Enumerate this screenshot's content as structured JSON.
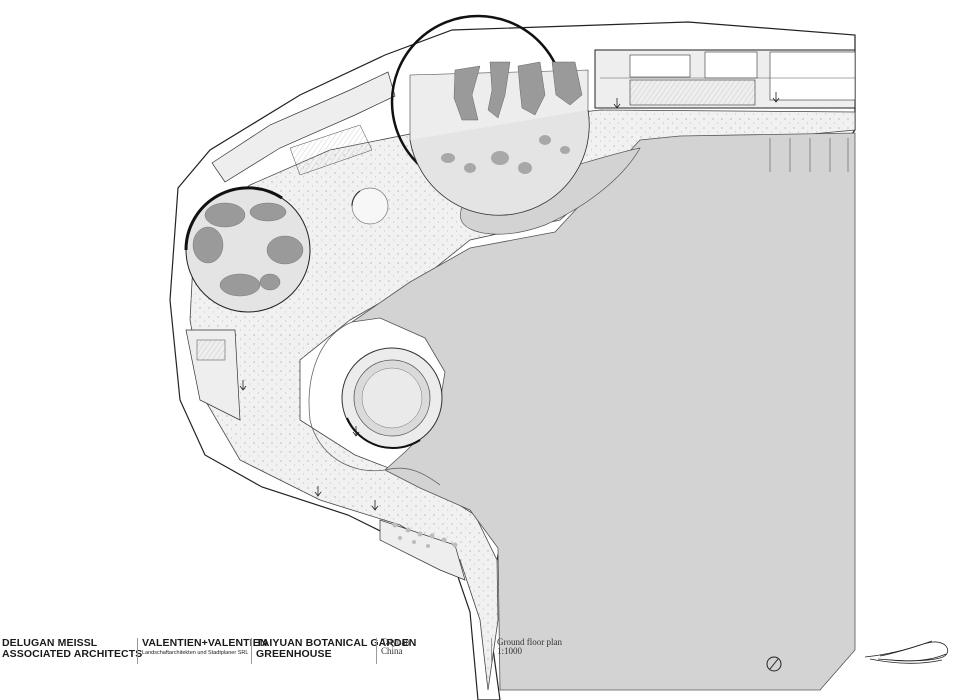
{
  "title_block": {
    "firm_1_line_1": "DELUGAN MEISSL",
    "firm_1_line_2": "ASSOCIATED ARCHITECTS",
    "firm_2_name": "VALENTIEN+VALENTIEN",
    "firm_2_sub": "Landschaftarchitekten und Stadtplaner SRL",
    "project_line_1": "TAIYUAN BOTANICAL GARDEN",
    "project_line_2": "GREENHOUSE",
    "location_line_1": "Taiyuan",
    "location_line_2": "China",
    "drawing_title": "Ground floor plan",
    "drawing_scale": "1:1000"
  },
  "plan": {
    "icons": [
      "north-arrow-icon",
      "site-signature-icon",
      "entrance-arrow-icon"
    ],
    "colors": {
      "ground": "#f1f1f1",
      "lawn": "#d3d3d3",
      "pool": "#9a9a9a",
      "linework": "#222222",
      "building": "#e4e4e4"
    }
  }
}
